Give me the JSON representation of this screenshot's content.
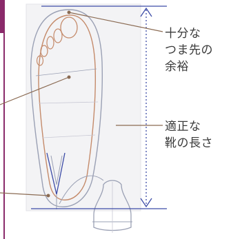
{
  "labels": {
    "toe_room": [
      "十分な",
      "つま先の",
      "余裕"
    ],
    "proper_length": [
      "適正な",
      "靴の長さ"
    ]
  },
  "colors": {
    "accent_bar": "#8a2a6a",
    "guide_line": "#3b4aa6",
    "leader_line": "#8a6a52",
    "foot_outline": "#c48a6a",
    "sketch_gray": "#9aa0b4"
  }
}
